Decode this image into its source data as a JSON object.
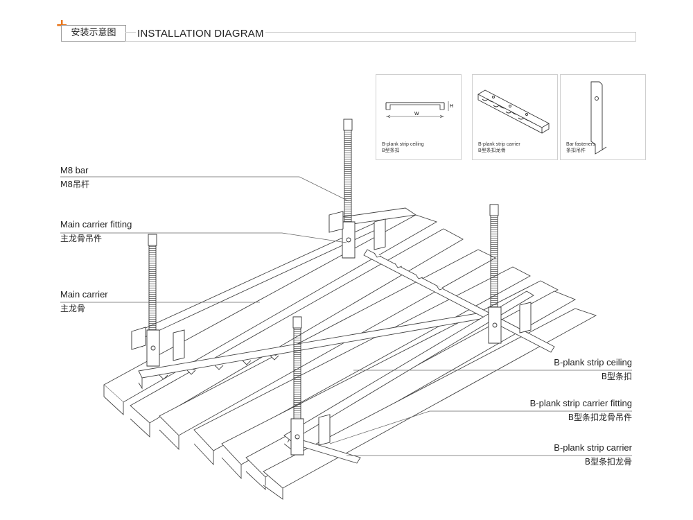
{
  "header": {
    "plus_icon": "+",
    "tag": "安装示意图",
    "title": "INSTALLATION DIAGRAM",
    "accent": "#e8751a"
  },
  "thumbnails": [
    {
      "en": "B-plank strip ceiling",
      "cn": "B型条扣",
      "w_mark": "W",
      "h_mark": "H"
    },
    {
      "en": "B-plank strip carrier",
      "cn": "B型条扣龙骨"
    },
    {
      "en": "Bar fasteners",
      "cn": "条扣吊件"
    }
  ],
  "labels_left": [
    {
      "en": "M8 bar",
      "cn": "M8吊杆"
    },
    {
      "en": "Main carrier fitting",
      "cn": "主龙骨吊件"
    },
    {
      "en": "Main carrier",
      "cn": "主龙骨"
    }
  ],
  "labels_right": [
    {
      "en": "B-plank strip ceiling",
      "cn": "B型条扣"
    },
    {
      "en": "B-plank strip carrier fitting",
      "cn": "B型条扣龙骨吊件"
    },
    {
      "en": "B-plank strip carrier",
      "cn": "B型条扣龙骨"
    }
  ]
}
